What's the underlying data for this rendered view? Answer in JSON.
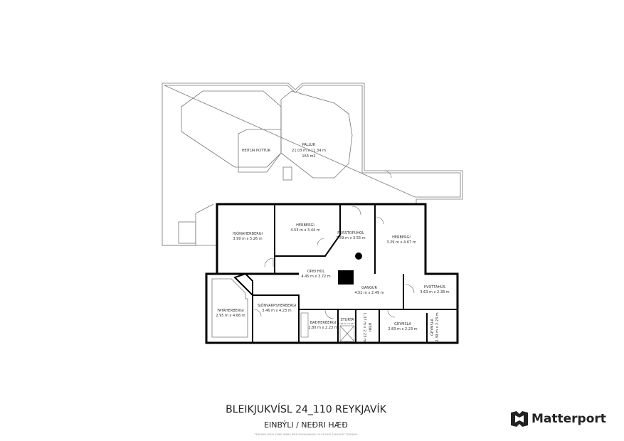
{
  "plan": {
    "rooms": {
      "pallur": {
        "name": "PALLUR",
        "dims": "21.03 m x 11.34 m",
        "area": "163 m2"
      },
      "heitur_pottur": {
        "name": "HEITUR POTTUR"
      },
      "hjonaherbergi": {
        "name": "HJÓNAHERBERGI",
        "dims": "3.99 m x 5.26 m"
      },
      "herbergi1": {
        "name": "HERBERGI",
        "dims": "4.53 m x 3.44 m"
      },
      "forstofuhol": {
        "name": "FORSTOFUHOL",
        "dims": "3.59 m x 3.55 m"
      },
      "herbergi2": {
        "name": "HERBERGI",
        "dims": "3.29 m x 4.67 m"
      },
      "opid_hol": {
        "name": "OPIÐ HOL",
        "dims": "4.45 m x 3.72 m"
      },
      "gangur": {
        "name": "GANGUR",
        "dims": "4.52 m x 2.49 m"
      },
      "thvottahus": {
        "name": "ÞVOTTAHÚS",
        "dims": "3.63 m x 2.38 m"
      },
      "fataherbergi": {
        "name": "FATAHERBERGI",
        "dims": "2.95 m x 4.68 m"
      },
      "sjonvarpsherbergi": {
        "name": "SJÓNVARPSHERBERGI",
        "dims": "3.46 m x 4.23 m"
      },
      "badherbergi": {
        "name": "BAÐHERBERGI",
        "dims": "2.80 m x 2.23 m"
      },
      "sturta": {
        "name": "STURTA",
        "dims": "1.20 m x 0.93 m"
      },
      "rymi": {
        "name": "RÝMI",
        "dims": "1.37 m x 2.23 m"
      },
      "geymsla1": {
        "name": "GEYMSLA",
        "dims": "2.83 m x 2.23 m"
      },
      "geymsla2": {
        "name": "GEYMSLA",
        "dims": "2.39 m x 2.23 m"
      }
    }
  },
  "footer": {
    "title": "BLEIKJUKVÍSL 24_110 REYKJAVÍK",
    "subtitle": "EINBÝLI / NEÐRI HÆÐ",
    "disclaimer": "TEIKNING ÞESSI SÝNIR INNRA RÝMI EIGNARINNAR OG ER EKKI SAMÞYKKT TEIKNING",
    "brand": "Matterport"
  }
}
